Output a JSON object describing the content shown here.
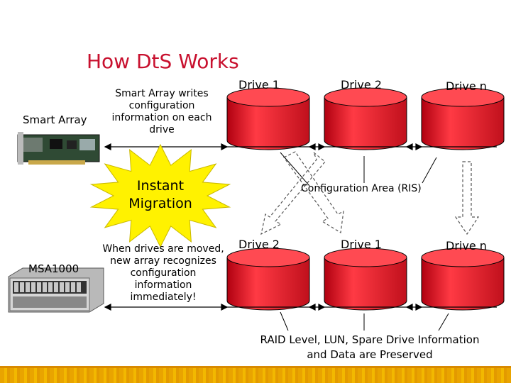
{
  "title": "How DtS Works",
  "top_row": {
    "drives": [
      "Drive 1",
      "Drive 2",
      "Drive n"
    ],
    "controller_label": "Smart Array",
    "note": [
      "Smart Array writes",
      "configuration",
      "information on each",
      "drive"
    ]
  },
  "burst": [
    "Instant",
    "Migration"
  ],
  "config_area_label": "Configuration Area (RIS)",
  "bottom_row": {
    "drives": [
      "Drive 2",
      "Drive 1",
      "Drive n"
    ],
    "controller_label": "MSA1000",
    "note": [
      "When drives are moved,",
      "new array recognizes",
      "configuration",
      "information",
      "immediately!"
    ]
  },
  "footer_note": [
    "RAID Level, LUN, Spare Drive Information",
    "and Data are Preserved"
  ],
  "colors": {
    "title": "#c8102e",
    "drive": "#e0202a",
    "burst": "#fff200",
    "bar": "#e9a400"
  }
}
